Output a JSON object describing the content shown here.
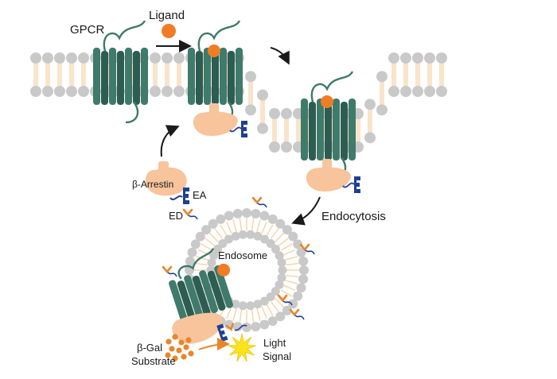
{
  "labels": {
    "gpcr": "GPCR",
    "ligand": "Ligand",
    "arrestin": "β-Arrestin",
    "ea": "EA",
    "ed": "ED",
    "endocytosis": "Endocytosis",
    "endosome": "Endosome",
    "gal_line1": "β-Gal",
    "gal_line2": "Substrate",
    "light_line1": "Light",
    "light_line2": "Signal"
  },
  "colors": {
    "receptor": "#3f7a6a",
    "receptor_dark": "#2d5d50",
    "ligand": "#f07d25",
    "arrestin": "#f7c49c",
    "enzyme_blue": "#1f3f93",
    "enzyme_orange": "#e8862c",
    "lipid_head": "#c9c9c9",
    "lipid_tail": "#f5d3a8",
    "star": "#fbe41a"
  }
}
